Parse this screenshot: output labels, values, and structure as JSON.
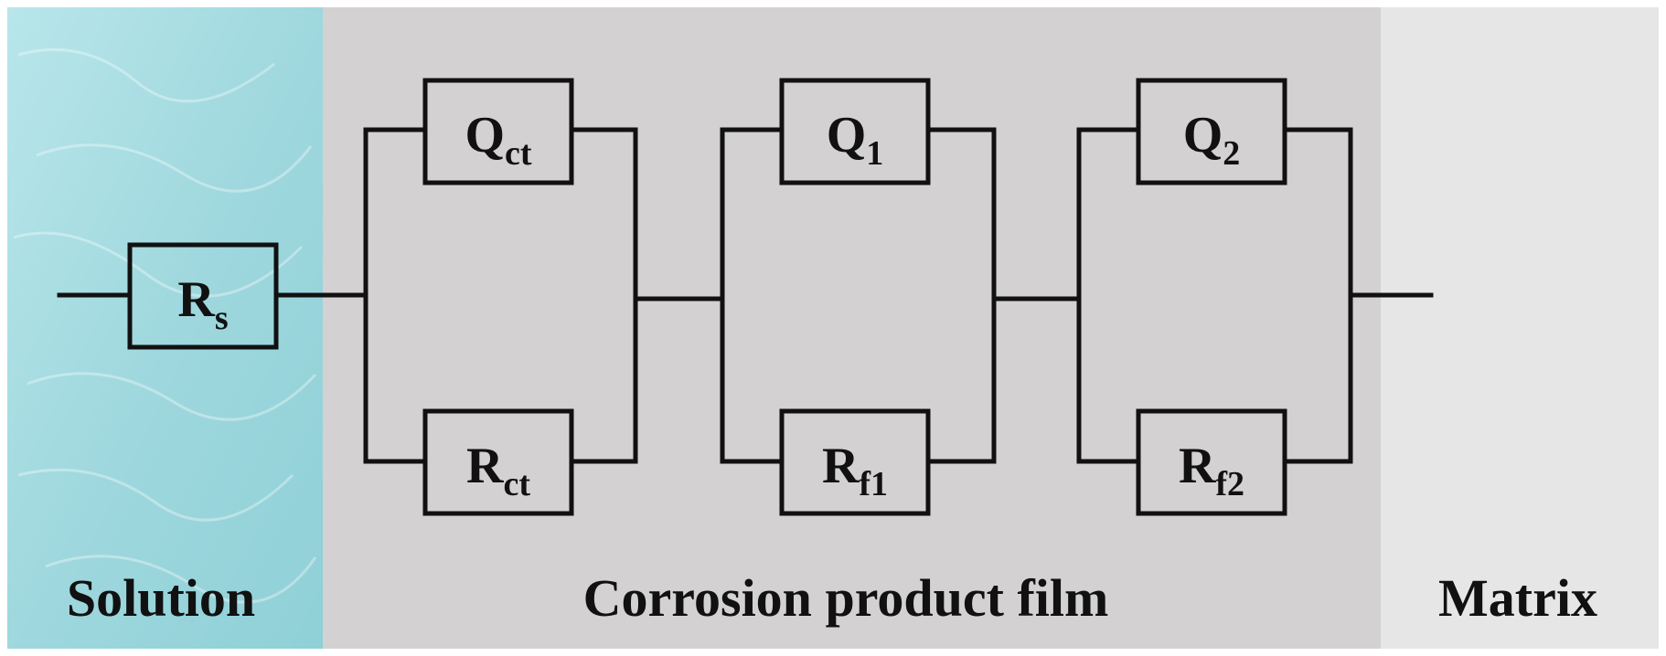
{
  "regions": {
    "solution": {
      "label": "Solution",
      "color": "#a9dde3"
    },
    "film": {
      "label": "Corrosion product film",
      "color": "#d3d1d2"
    },
    "matrix": {
      "label": "Matrix",
      "color": "#e6e6e6"
    }
  },
  "components": {
    "rs": {
      "main": "R",
      "sub": "s"
    },
    "qct": {
      "main": "Q",
      "sub": "ct"
    },
    "rct": {
      "main": "R",
      "sub": "ct"
    },
    "q1": {
      "main": "Q",
      "sub": "1"
    },
    "rf1": {
      "main": "R",
      "sub": "f1"
    },
    "q2": {
      "main": "Q",
      "sub": "2"
    },
    "rf2": {
      "main": "R",
      "sub": "f2"
    }
  },
  "circuit_topology": "Rs in series with three parallel stages: (Qct || Rct), (Q1 || Rf1), (Q2 || Rf2)"
}
